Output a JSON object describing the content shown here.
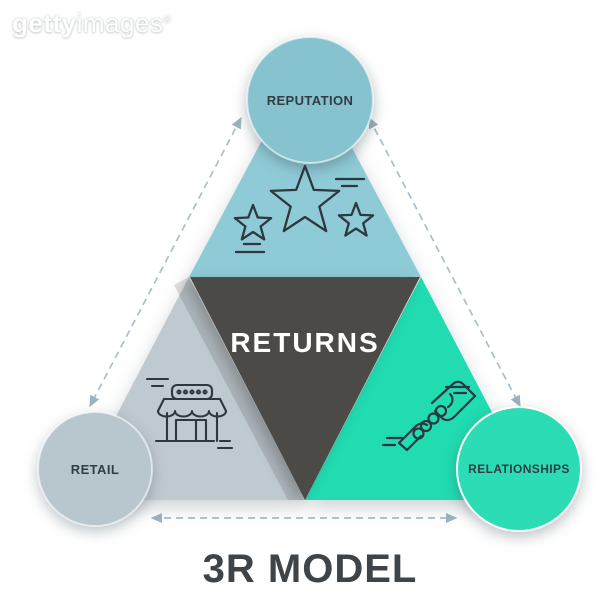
{
  "watermark": {
    "brand_bold": "getty",
    "brand_light": "images",
    "registered_mark": "®"
  },
  "diagram": {
    "title": "3R MODEL",
    "center": {
      "label": "RETURNS"
    },
    "nodes": {
      "reputation": {
        "label": "REPUTATION",
        "icon": "three-stars-rating-icon"
      },
      "retail": {
        "label": "RETAIL",
        "icon": "storefront-icon"
      },
      "relationships": {
        "label": "RELATIONSHIPS",
        "icon": "handshake-icon"
      }
    },
    "connectors": "dashed double-headed arrows along the three outer edges"
  },
  "colors": {
    "reputation_section": "#8fcbd6",
    "reputation_circle": "#86c3cf",
    "retail_section": "#bfcad0",
    "retail_circle": "#b8c6cd",
    "relationships_section": "#21dcb1",
    "relationships_circle": "#2bdcb5",
    "center_triangle": "#4c4a47",
    "center_label": "#ffffff",
    "node_label": "#323c43",
    "title": "#3e4448",
    "icon_stroke": "#2e3740",
    "connector": "#a9bfca",
    "arrowhead": "#9db3be"
  }
}
